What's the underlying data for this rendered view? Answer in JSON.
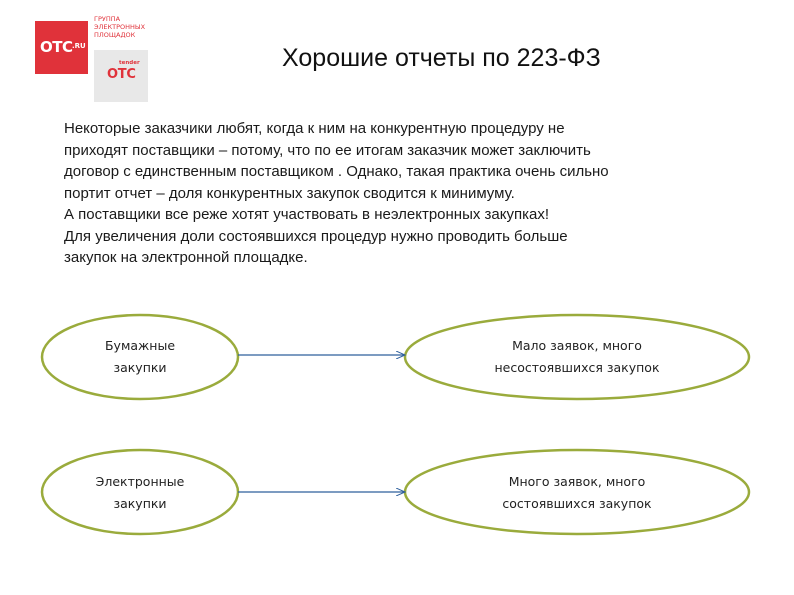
{
  "logo": {
    "primary_word": "OTC",
    "primary_suffix": ".RU",
    "group_lines": [
      "ГРУППА",
      "ЭЛЕКТРОННЫХ",
      "ПЛОЩАДОК"
    ],
    "secondary_small": "tender",
    "secondary_word": "OTC"
  },
  "title": "Хорошие отчеты по 223-ФЗ",
  "body_lines": [
    "Некоторые заказчики любят, когда к ним на конкурентную процедуру не",
    "приходят поставщики – потому, что по ее итогам заказчик может заключить",
    "договор с единственным поставщиком . Однако, такая практика очень сильно",
    "портит отчет – доля конкурентных закупок сводится к минимуму.",
    "А поставщики все реже хотят участвовать в неэлектронных закупках!",
    "Для увеличения доли состоявшихся процедур нужно проводить больше",
    "закупок на электронной площадке."
  ],
  "diagram": {
    "row1": {
      "left_lines": [
        "Бумажные",
        "закупки"
      ],
      "right_lines": [
        "Мало заявок, много",
        "несостоявшихся закупок"
      ]
    },
    "row2": {
      "left_lines": [
        "Электронные",
        "закупки"
      ],
      "right_lines": [
        "Много заявок, много",
        "состоявшихся закупок"
      ]
    }
  },
  "colors": {
    "brand_red": "#e0323a",
    "ellipse_stroke": "#9aab3c",
    "arrow": "#2e5f9c"
  }
}
